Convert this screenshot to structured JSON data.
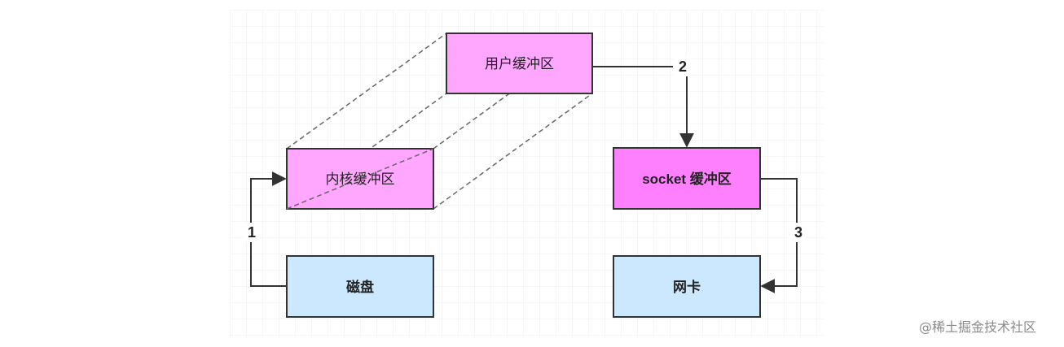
{
  "boxes": {
    "user_buffer": "用户缓冲区",
    "kernel_buffer": "内核缓冲区",
    "socket_buffer": "socket 缓冲区",
    "disk": "磁盘",
    "nic": "网卡"
  },
  "edges": {
    "disk_to_kernel": "1",
    "user_to_socket": "2",
    "socket_to_nic": "3"
  },
  "colors": {
    "pink_light": "#ffa6ff",
    "pink_strong": "#ff80ff",
    "blue_light": "#cce8ff",
    "stroke": "#333333",
    "grid": "#e8e8e8"
  },
  "watermark": "@稀土掘金技术社区"
}
